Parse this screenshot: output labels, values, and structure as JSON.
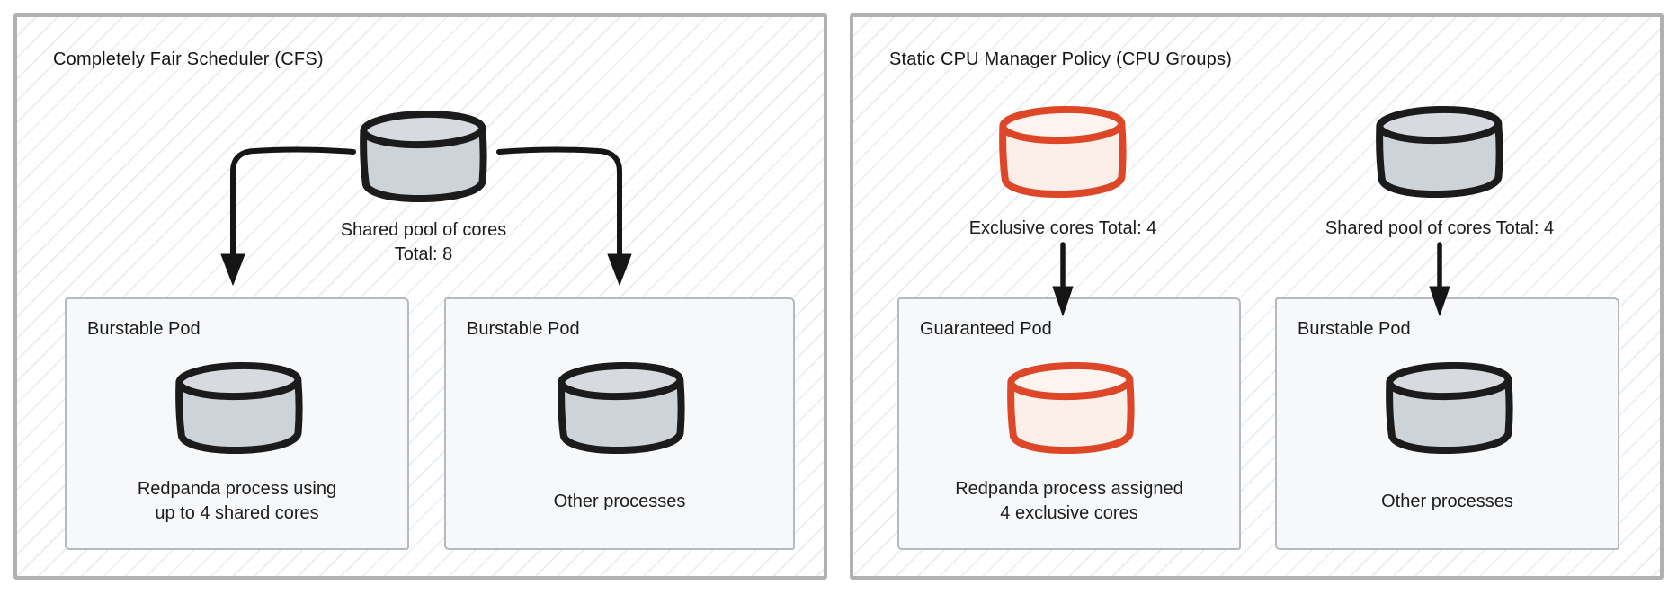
{
  "colors": {
    "panel_border": "#b1b1b1",
    "pod_background": "#f7f8fa",
    "pod_border": "#b6babe",
    "ink": "#1b1b1b",
    "arrow": "#151515",
    "cylinder_gray_fill": "#ced3d8",
    "cylinder_gray_stroke": "#1b1b1b",
    "cylinder_red_fill": "#fcefe9",
    "cylinder_red_stroke": "#de4628",
    "hatch_line": "#dde6ee"
  },
  "icons": {
    "pool": "database-cylinder-icon",
    "flow_elbow": "elbow-arrow-down-icon",
    "flow_straight": "arrow-down-icon"
  },
  "panels": [
    {
      "title": "Completely Fair Scheduler (CFS)",
      "pool": {
        "label_lines": [
          "Shared pool of cores",
          "Total: 8"
        ],
        "color": "gray",
        "total": 8
      },
      "pods": [
        {
          "title": "Burstable Pod",
          "cylinder_color": "gray",
          "caption": [
            "Redpanda process using",
            "up to 4 shared cores"
          ]
        },
        {
          "title": "Burstable Pod",
          "cylinder_color": "gray",
          "caption": [
            "Other processes"
          ]
        }
      ]
    },
    {
      "title": "Static CPU Manager Policy (CPU Groups)",
      "pools": [
        {
          "label": "Exclusive cores Total: 4",
          "color": "red",
          "total": 4
        },
        {
          "label": "Shared pool of cores Total: 4",
          "color": "gray",
          "total": 4
        }
      ],
      "pods": [
        {
          "title": "Guaranteed Pod",
          "cylinder_color": "red",
          "caption": [
            "Redpanda process assigned",
            "4 exclusive cores"
          ]
        },
        {
          "title": "Burstable Pod",
          "cylinder_color": "gray",
          "caption": [
            "Other processes"
          ]
        }
      ]
    }
  ]
}
